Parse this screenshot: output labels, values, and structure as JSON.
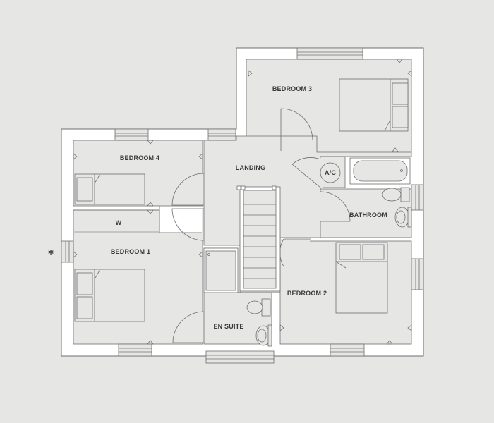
{
  "rooms": {
    "bedroom3": "BEDROOM 3",
    "bedroom4": "BEDROOM 4",
    "landing": "LANDING",
    "ac": "A/C",
    "w": "W",
    "bathroom": "BATHROOM",
    "bedroom1": "BEDROOM 1",
    "bedroom2": "BEDROOM 2",
    "ensuite": "EN SUITE"
  },
  "note": "*"
}
